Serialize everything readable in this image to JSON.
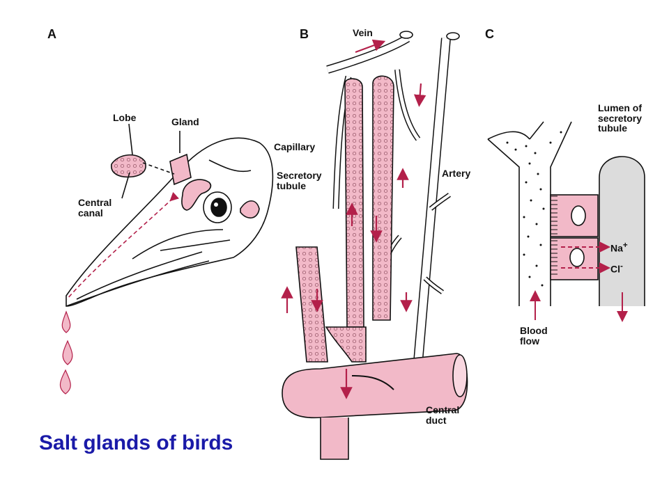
{
  "title": "Salt glands of birds",
  "colors": {
    "tissue": "#f2b9c8",
    "tissue_dark": "#d98aa0",
    "arrow": "#b3204a",
    "outline": "#111111",
    "lumen": "#dcdcdc",
    "title": "#1a1aa8"
  },
  "panels": {
    "a": {
      "letter": "A",
      "lobe": "Lobe",
      "gland": "Gland",
      "central_canal": [
        "Central",
        "canal"
      ]
    },
    "b": {
      "letter": "B",
      "vein": "Vein",
      "capillary": "Capillary",
      "secretory_tubule": [
        "Secretory",
        "tubule"
      ],
      "artery": "Artery",
      "central_duct": [
        "Central",
        "duct"
      ]
    },
    "c": {
      "letter": "C",
      "lumen": [
        "Lumen of",
        "secretory",
        "tubule"
      ],
      "na": "Na",
      "na_sup": "+",
      "cl": "Cl",
      "cl_sup": "-",
      "blood_flow": [
        "Blood",
        "flow"
      ]
    }
  }
}
